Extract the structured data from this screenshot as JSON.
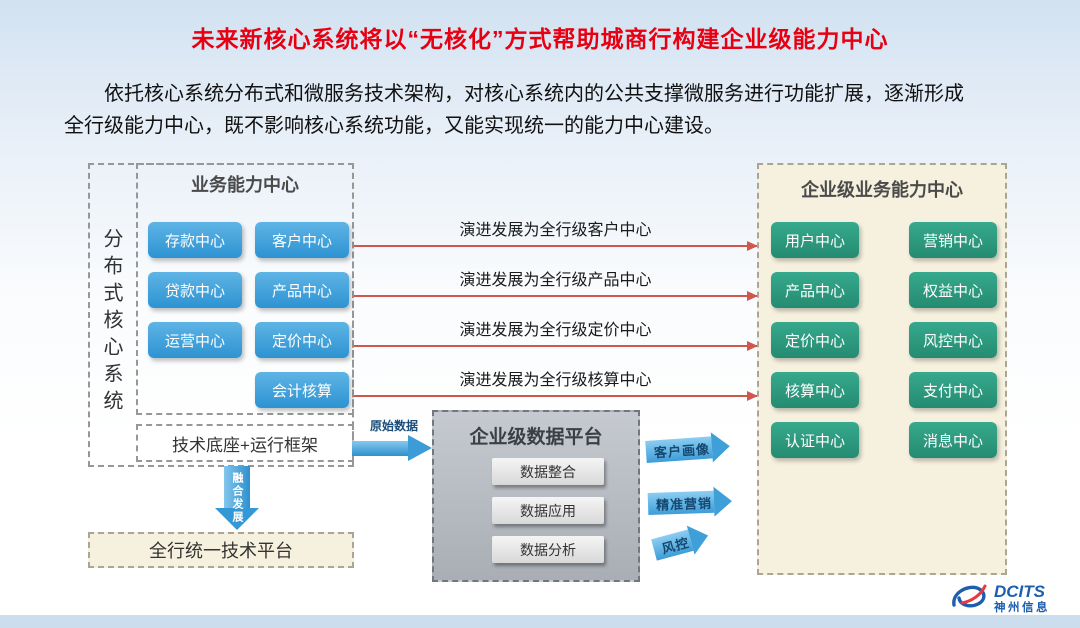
{
  "slide": {
    "title": "未来新核心系统将以“无核化”方式帮助城商行构建企业级能力中心",
    "intro_lines": [
      "依托核心系统分布式和微服务技术架构，对核心系统内的公共支撑微服务进行功能扩展，逐渐形成",
      "全行级能力中心，既不影响核心系统功能，又能实现统一的能力中心建设。"
    ]
  },
  "left": {
    "vertical_label": "分布式核心系统",
    "business_center_title": "业务能力中心",
    "buttons": [
      "存款中心",
      "客户中心",
      "贷款中心",
      "产品中心",
      "运营中心",
      "定价中心",
      "会计核算"
    ],
    "tech_base": "技术底座+运行框架",
    "fusion_arrow": "融合发展",
    "unified_platform": "全行统一技术平台"
  },
  "evolution_labels": [
    "演进发展为全行级客户中心",
    "演进发展为全行级产品中心",
    "演进发展为全行级定价中心",
    "演进发展为全行级核算中心"
  ],
  "right": {
    "title": "企业级业务能力中心",
    "buttons": [
      "用户中心",
      "营销中心",
      "产品中心",
      "权益中心",
      "定价中心",
      "风控中心",
      "核算中心",
      "支付中心",
      "认证中心",
      "消息中心"
    ]
  },
  "data_platform": {
    "raw_data_label": "原始数据",
    "title": "企业级数据平台",
    "items": [
      "数据整合",
      "数据应用",
      "数据分析"
    ],
    "outputs": [
      "客户画像",
      "精准营销",
      "风控"
    ]
  },
  "logo": {
    "brand": "DCITS",
    "company": "神州信息"
  },
  "colors": {
    "title_red": "#e60012",
    "blue_button": "#3a9fd8",
    "green_button": "#2e9e84",
    "arrow_red": "#cf574e",
    "arrow_blue": "#3b9cd7",
    "beige_panel": "#f6f1df",
    "gray_panel": "#b6bac0"
  }
}
